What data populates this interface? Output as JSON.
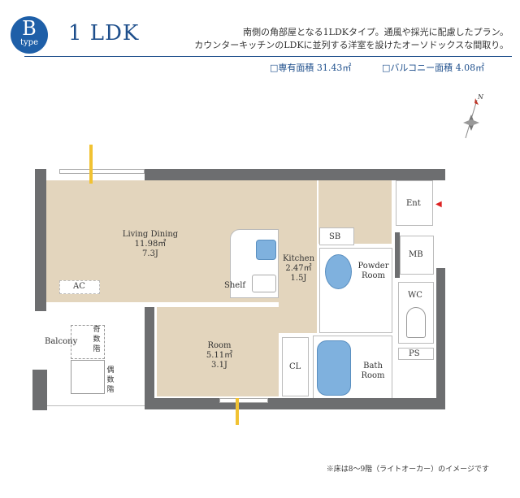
{
  "header": {
    "type_letter": "B",
    "type_word": "type",
    "layout": "1 LDK",
    "description": [
      "南側の角部屋となる1LDKタイプ。通風や採光に配慮したプラン。",
      "カウンターキッチンのLDKに並列する洋室を設けたオーソドックスな間取り。"
    ],
    "private_area": "□専有面積 31.43㎡",
    "balcony_area": "□バルコニー面積 4.08㎡"
  },
  "compass": {
    "label": "N"
  },
  "rooms": {
    "living": {
      "name": "Living Dining",
      "area": "11.98㎡",
      "jo": "7.3J"
    },
    "kitchen": {
      "name": "Kitchen",
      "area": "2.47㎡",
      "jo": "1.5J"
    },
    "room": {
      "name": "Room",
      "area": "5.11㎡",
      "jo": "3.1J"
    },
    "shelf": "Shelf",
    "ac": "AC",
    "balcony": "Balcony",
    "cl": "CL",
    "sb": "SB",
    "ent": "Ent",
    "mb": "MB",
    "powder": "Powder Room",
    "wc": "WC",
    "ps": "PS",
    "bath": "Bath Room",
    "odd_floor": "奇数階",
    "even_floor": "偶数階"
  },
  "colors": {
    "accent": "#1e5fa8",
    "floor": "#e3d5bd",
    "wall": "#6d6e70",
    "fixture": "#7fb1de"
  },
  "footnote": "※床は8〜9階（ライトオーカー）のイメージです"
}
